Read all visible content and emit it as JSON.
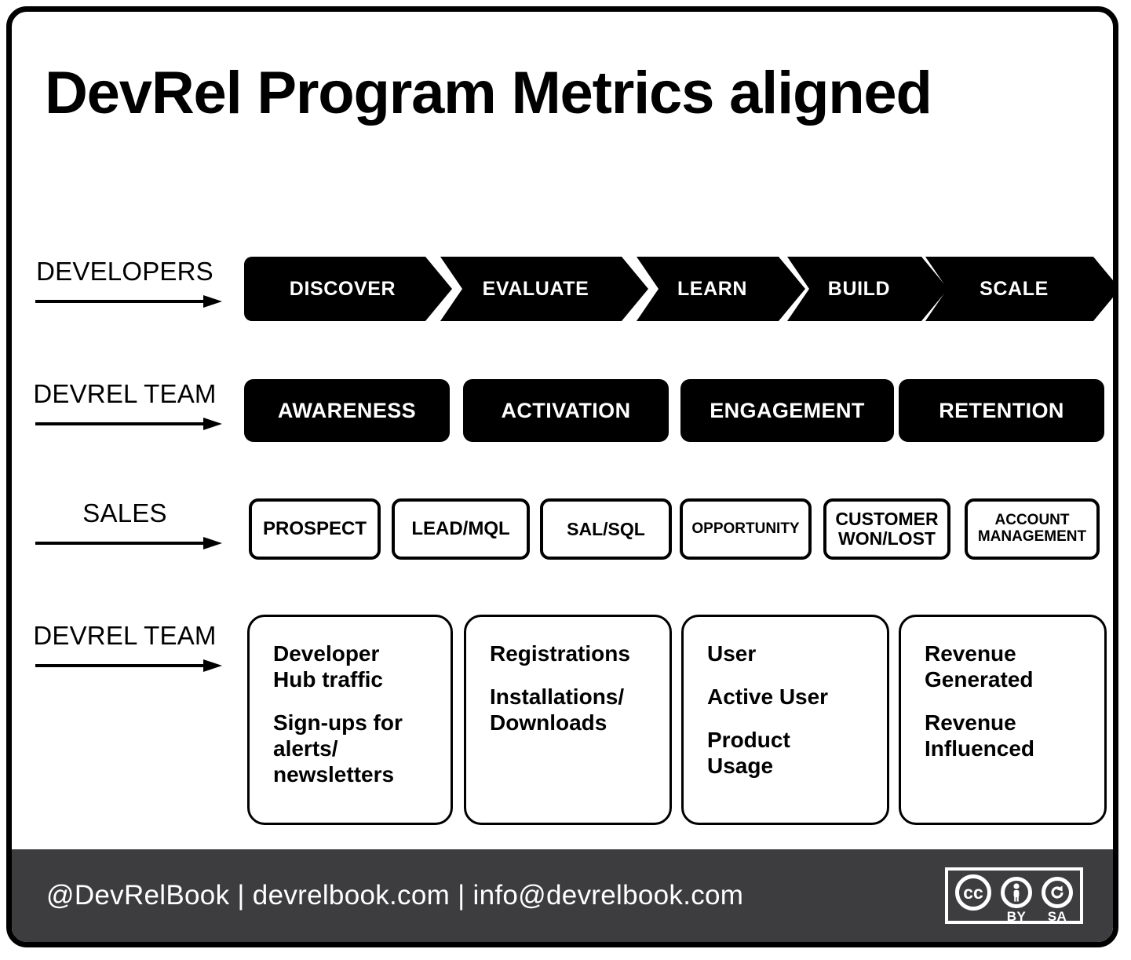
{
  "title": "DevRel Program Metrics aligned",
  "rows": [
    {
      "label": "DEVELOPERS",
      "type": "chevrons",
      "items": [
        "DISCOVER",
        "EVALUATE",
        "LEARN",
        "BUILD",
        "SCALE"
      ]
    },
    {
      "label": "DEVREL TEAM",
      "type": "stages",
      "items": [
        "AWARENESS",
        "ACTIVATION",
        "ENGAGEMENT",
        "RETENTION"
      ]
    },
    {
      "label": "SALES",
      "type": "sales",
      "items": [
        "PROSPECT",
        "LEAD/MQL",
        "SAL/SQL",
        "OPPORTUNITY",
        "CUSTOMER\nWON/LOST",
        "ACCOUNT\nMANAGEMENT"
      ]
    },
    {
      "label": "DEVREL TEAM",
      "type": "metrics",
      "cards": [
        {
          "items": [
            "Developer\nHub traffic",
            "Sign-ups for\nalerts/\nnewsletters"
          ]
        },
        {
          "items": [
            "Registrations",
            "Installations/\nDownloads"
          ]
        },
        {
          "items": [
            "User",
            "Active User",
            "Product\nUsage"
          ]
        },
        {
          "items": [
            "Revenue\nGenerated",
            "Revenue\nInfluenced"
          ]
        }
      ]
    }
  ],
  "footer": {
    "text": "@DevRelBook  |  devrelbook.com  |  info@devrelbook.com",
    "license": {
      "cc": "cc",
      "by_glyph": "i",
      "sa_glyph": "↺",
      "by_label": "BY",
      "sa_label": "SA"
    }
  },
  "colors": {
    "frame": "#000000",
    "footer_bg": "#3d3d40",
    "accent": "#000000",
    "on_dark": "#ffffff"
  }
}
